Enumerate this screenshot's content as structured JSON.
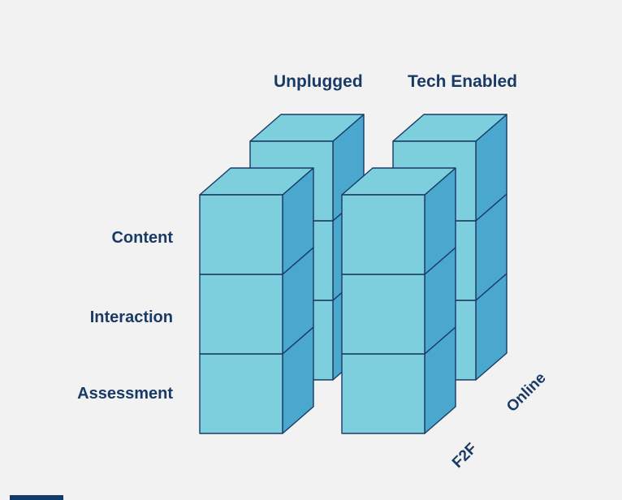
{
  "columns": {
    "left": "Unplugged",
    "right": "Tech Enabled"
  },
  "rows": {
    "top": "Content",
    "middle": "Interaction",
    "bottom": "Assessment"
  },
  "depth": {
    "front": "F2F",
    "back": "Online"
  },
  "colors": {
    "cube_front": "#7ecfdd",
    "cube_side": "#4aa8cf",
    "cube_top": "#7ecfdd",
    "stroke": "#1a3a66",
    "text": "#1a3a66",
    "background": "#f2f2f2"
  }
}
